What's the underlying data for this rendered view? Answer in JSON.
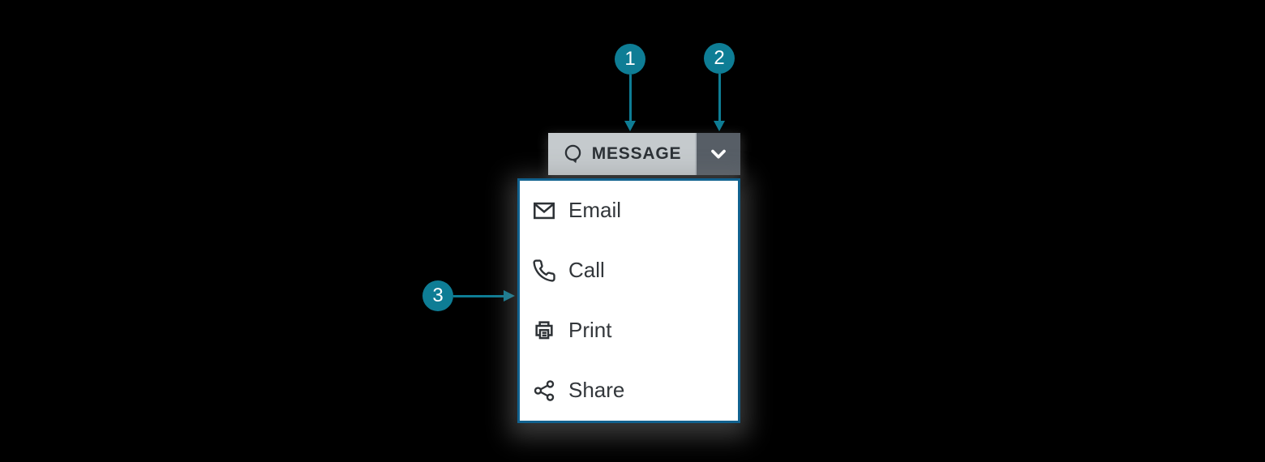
{
  "annotations": {
    "badges": [
      {
        "number": "1",
        "target": "message-button"
      },
      {
        "number": "2",
        "target": "dropdown-toggle-button"
      },
      {
        "number": "3",
        "target": "dropdown-menu"
      }
    ]
  },
  "split_button": {
    "label": "MESSAGE",
    "icon": "chat-bubble-icon",
    "toggle_icon": "chevron-down-icon"
  },
  "menu": {
    "items": [
      {
        "label": "Email",
        "icon": "email-icon"
      },
      {
        "label": "Call",
        "icon": "phone-icon"
      },
      {
        "label": "Print",
        "icon": "printer-icon"
      },
      {
        "label": "Share",
        "icon": "share-icon"
      }
    ]
  },
  "colors": {
    "canvas_bg": "#000000",
    "accent_teal": "#0e7d95",
    "button_bg": "#c5cacd",
    "button_text": "#2c3136",
    "toggle_bg": "#575e66",
    "divider": "#b2b8bd",
    "panel_bg": "#ffffff",
    "panel_border": "#11618e",
    "item_text": "#33373b",
    "icon_color": "#2e3236",
    "badge_text": "#ffffff"
  }
}
